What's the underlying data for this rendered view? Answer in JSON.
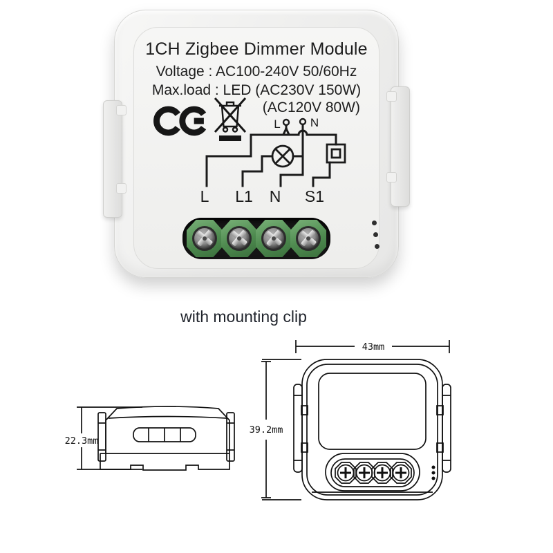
{
  "photo": {
    "title": "1CH Zigbee Dimmer Module",
    "line_voltage": "Voltage : AC100-240V 50/60Hz",
    "line_maxload": "Max.load : LED (AC230V 150W)",
    "line_maxload2": "(AC120V 80W)",
    "ce_mark": "CE",
    "weee_mark": "crossed-out wheelie bin",
    "wiring": {
      "top_terminals": [
        "L",
        "N"
      ],
      "bottom_terminals": [
        "L",
        "L1",
        "N",
        "S1"
      ],
      "symbols": [
        "lamp",
        "switch"
      ]
    },
    "terminal_count": 4,
    "vent_dots": 3
  },
  "caption": "with mounting clip",
  "drawings": {
    "side_view": {
      "height_label": "22.3mm"
    },
    "front_view": {
      "width_label": "43mm",
      "height_label": "39.2mm"
    }
  },
  "colors": {
    "terminal_green": "#4e8a4f",
    "module_body": "#f0f0ee",
    "recess_black": "#151515",
    "ink": "#1d1d1d",
    "line_art": "#111111"
  }
}
